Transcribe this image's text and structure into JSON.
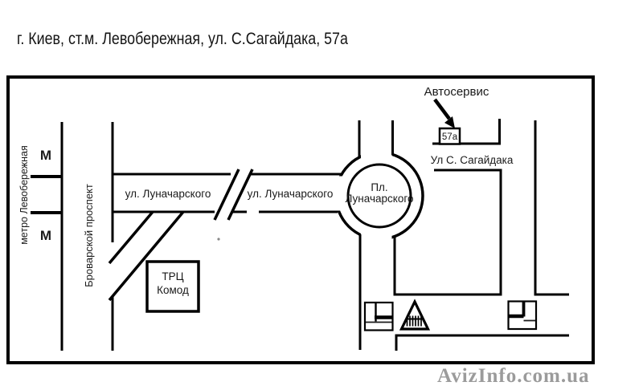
{
  "title": "г. Киев, ст.м. Левобережная, ул. С.Сагайдака, 57а",
  "map": {
    "metro_label": "метро Левобережная",
    "metro_marker_top": "М",
    "metro_marker_bottom": "М",
    "avenue_label": "Броварской проспект",
    "lunacharskogo_left": "ул. Луначарского",
    "lunacharskogo_right": "ул. Луначарского",
    "square_line1": "Пл.",
    "square_line2": "Луначарского",
    "sagaidaka_label": "Ул С. Сагайдака",
    "autoservice_label": "Автосервис",
    "building_number": "57а",
    "mall_line1": "ТРЦ",
    "mall_line2": "Комод"
  },
  "icons": {
    "left_building": "building-block-icon",
    "railway_crossing": "railway-crossing-icon",
    "right_building": "building-block-icon"
  },
  "watermark": "AvizInfo.com.ua",
  "colors": {
    "line": "#000000",
    "text": "#1a1a1a",
    "watermark": "#9b9b9b",
    "background": "#ffffff"
  }
}
